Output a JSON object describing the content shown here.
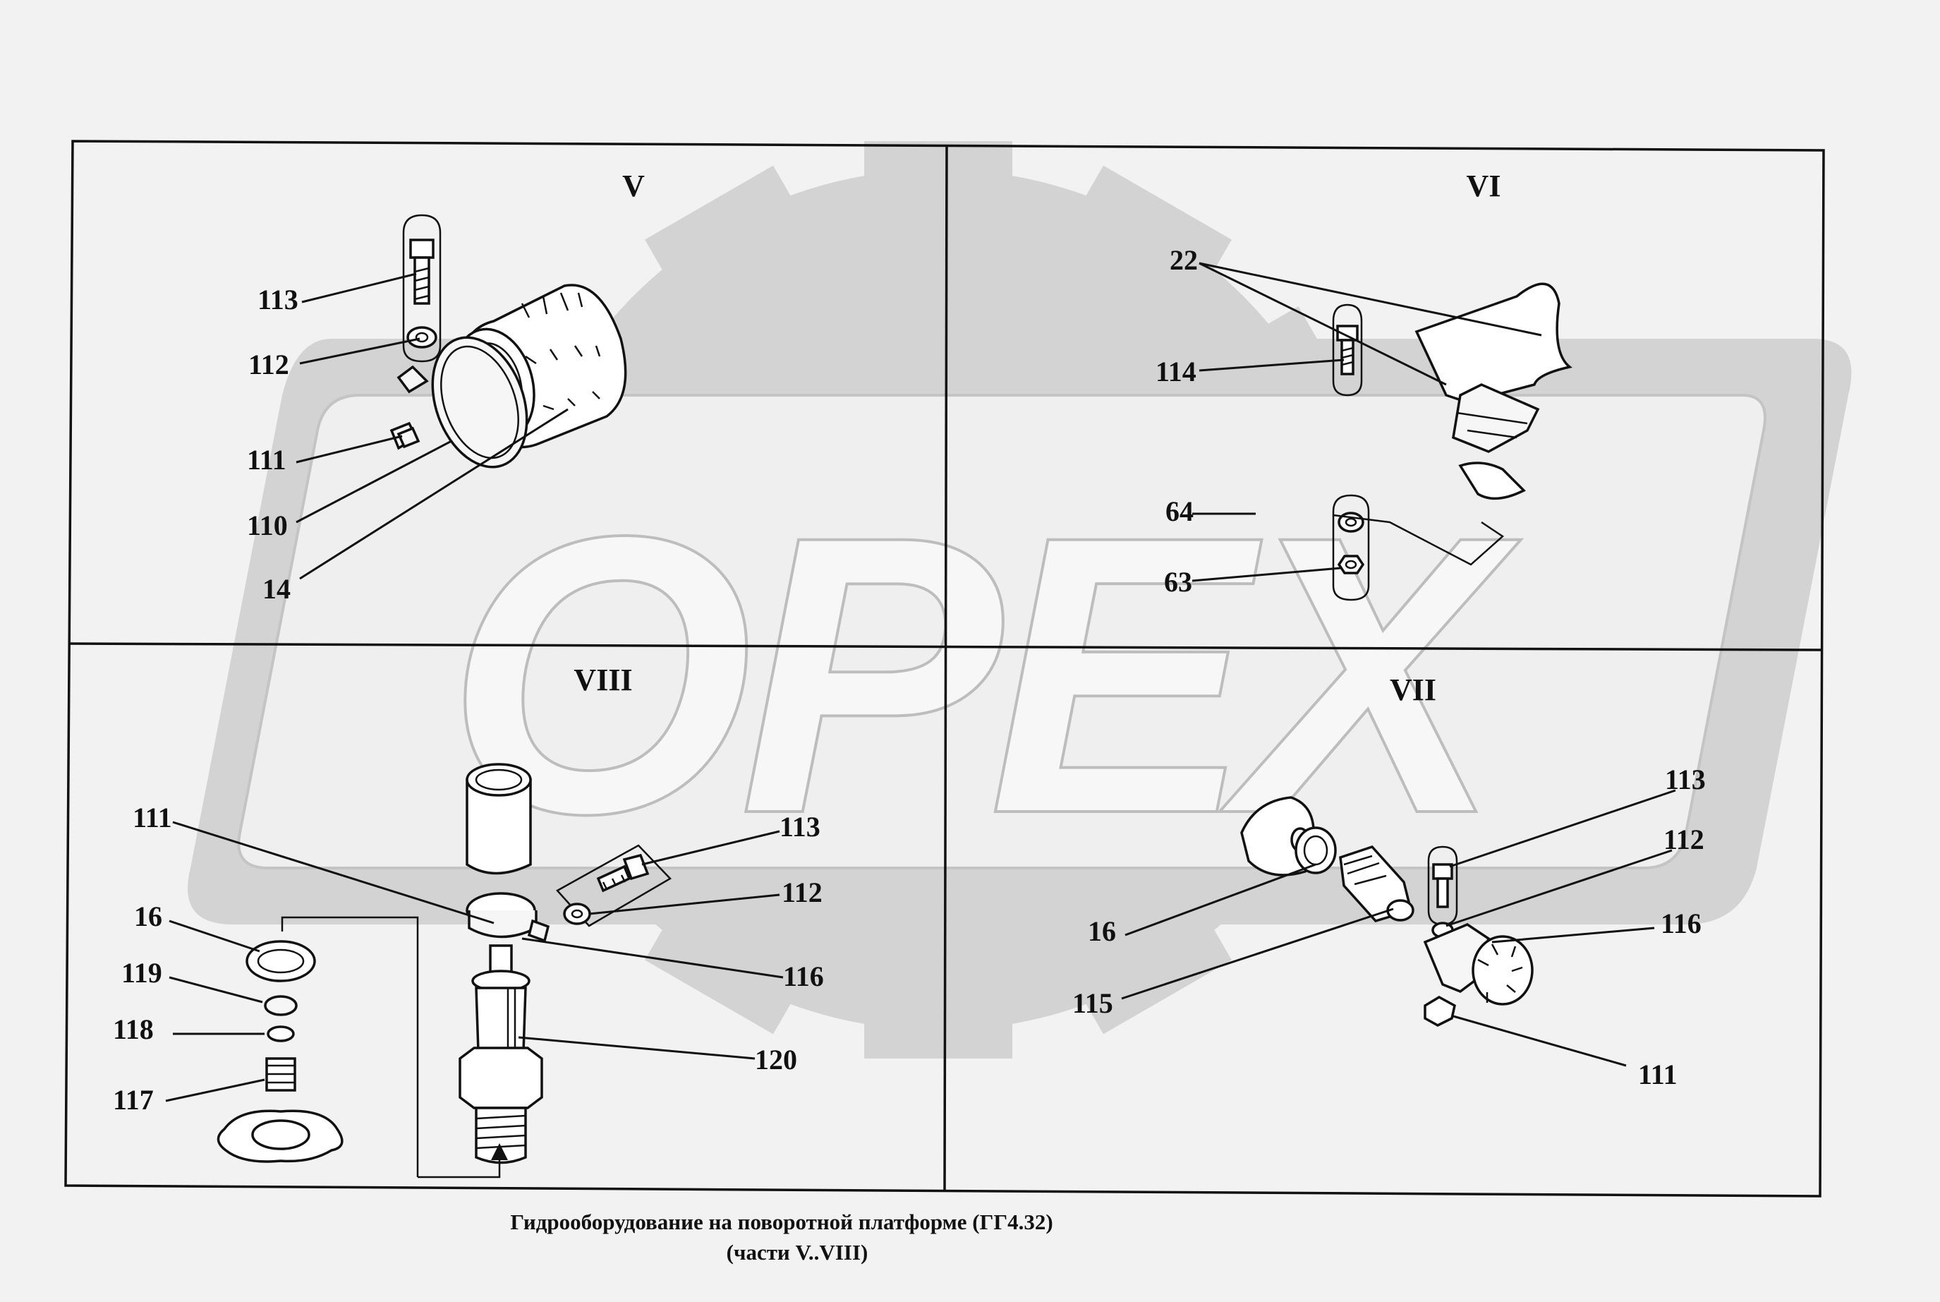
{
  "watermark": {
    "text": "OPEX",
    "color": "#d3d3d3"
  },
  "sections": [
    {
      "id": "V",
      "label": "V"
    },
    {
      "id": "VI",
      "label": "VI"
    },
    {
      "id": "VII",
      "label": "VII"
    },
    {
      "id": "VIII",
      "label": "VIII"
    }
  ],
  "callouts": {
    "V": [
      "113",
      "112",
      "111",
      "110",
      "14"
    ],
    "VI": [
      "22",
      "114",
      "64",
      "63"
    ],
    "VII": [
      "113",
      "112",
      "116",
      "16",
      "115",
      "111"
    ],
    "VIII": [
      "111",
      "113",
      "112",
      "16",
      "116",
      "119",
      "118",
      "120",
      "117"
    ]
  },
  "caption": {
    "line1": "Гидрооборудование  на  поворотной  платформе (ГГ4.32)",
    "line2": "(части V..VIII)"
  }
}
